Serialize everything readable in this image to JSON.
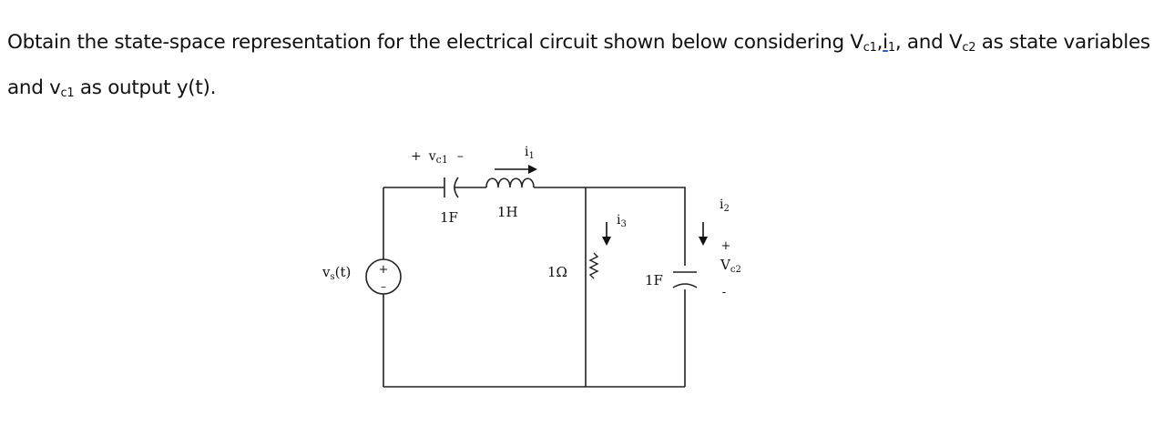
{
  "question": {
    "part1": "Obtain the state-space representation for the electrical circuit shown below considering V",
    "sub_c1_a": "c1",
    "sep1": ",",
    "var_i": "i",
    "sub_1": "1",
    "part2": ", and V",
    "sub_c2": "c2",
    "part3": " as state variables and v",
    "sub_c1_b": "c1",
    "part4": " as output y(t)."
  },
  "circuit": {
    "source_label": "v",
    "source_sub": "s",
    "source_arg": "(t)",
    "source_plus": "+",
    "source_minus": "–",
    "cap1_plus": "+",
    "cap1_v": "v",
    "cap1_sub": "c1",
    "cap1_minus": "–",
    "cap1_value": "1F",
    "ind_value": "1H",
    "i1": "i",
    "i1_sub": "1",
    "res_value": "1Ω",
    "i3": "i",
    "i3_sub": "3",
    "cap2_value": "1F",
    "i2": "i",
    "i2_sub": "2",
    "cap2_plus": "+",
    "cap2_v": "V",
    "cap2_sub": "c2",
    "cap2_minus": "-"
  }
}
